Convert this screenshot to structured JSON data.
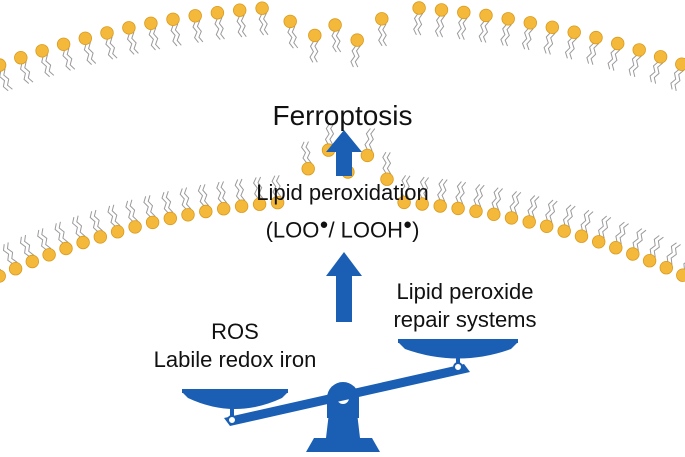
{
  "labels": {
    "ferroptosis": "Ferroptosis",
    "lipid_peroxidation": "Lipid peroxidation",
    "loo_open": "(LOO",
    "radical_mark": "●",
    "sep": "/ LOOH",
    "close": ")",
    "ros": "ROS",
    "labile_iron": "Labile redox iron",
    "repair_line1": "Lipid peroxide",
    "repair_line2": "repair systems"
  },
  "colors": {
    "accent": "#1a5fb4",
    "lipid_head": "#f4b93b",
    "lipid_head_edge": "#d99a1c",
    "lipid_tail": "#9a9a9a",
    "text": "#111111"
  },
  "icons": [
    "lipid-bilayer-membrane",
    "upward-arrow",
    "balance-scale"
  ]
}
